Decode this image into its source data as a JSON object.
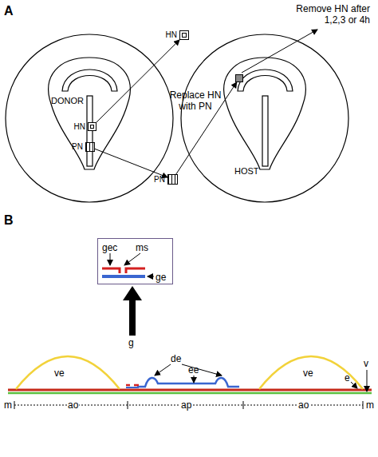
{
  "diagram": {
    "nodes": [
      {
        "text": [
          "DONOR"
        ]
      },
      {
        "text": [
          "HN"
        ],
        "in": 0
      },
      {
        "text": [
          "PN"
        ],
        "in": 0
      },
      {
        "text": [
          "HN"
        ]
      },
      {
        "text": [
          "PN"
        ]
      },
      {
        "text": [
          "HOST"
        ]
      },
      {
        "text": [
          "gec",
          "ms",
          "ge"
        ]
      }
    ],
    "edges": [
      {
        "from": 1,
        "to": 3,
        "arrow": "to"
      },
      {
        "from": 2,
        "to": 4,
        "arrow": "to"
      },
      {
        "from": 4,
        "to": 5,
        "arrow": "to"
      }
    ],
    "labels": [
      "A",
      "Replace HN with PN",
      "Remove HN after 1,2,3 or 4h",
      "B",
      "g",
      "de",
      "ee",
      "ve",
      "ve",
      "e",
      "v",
      "m",
      "ao",
      "ap",
      "ao",
      "m"
    ]
  }
}
